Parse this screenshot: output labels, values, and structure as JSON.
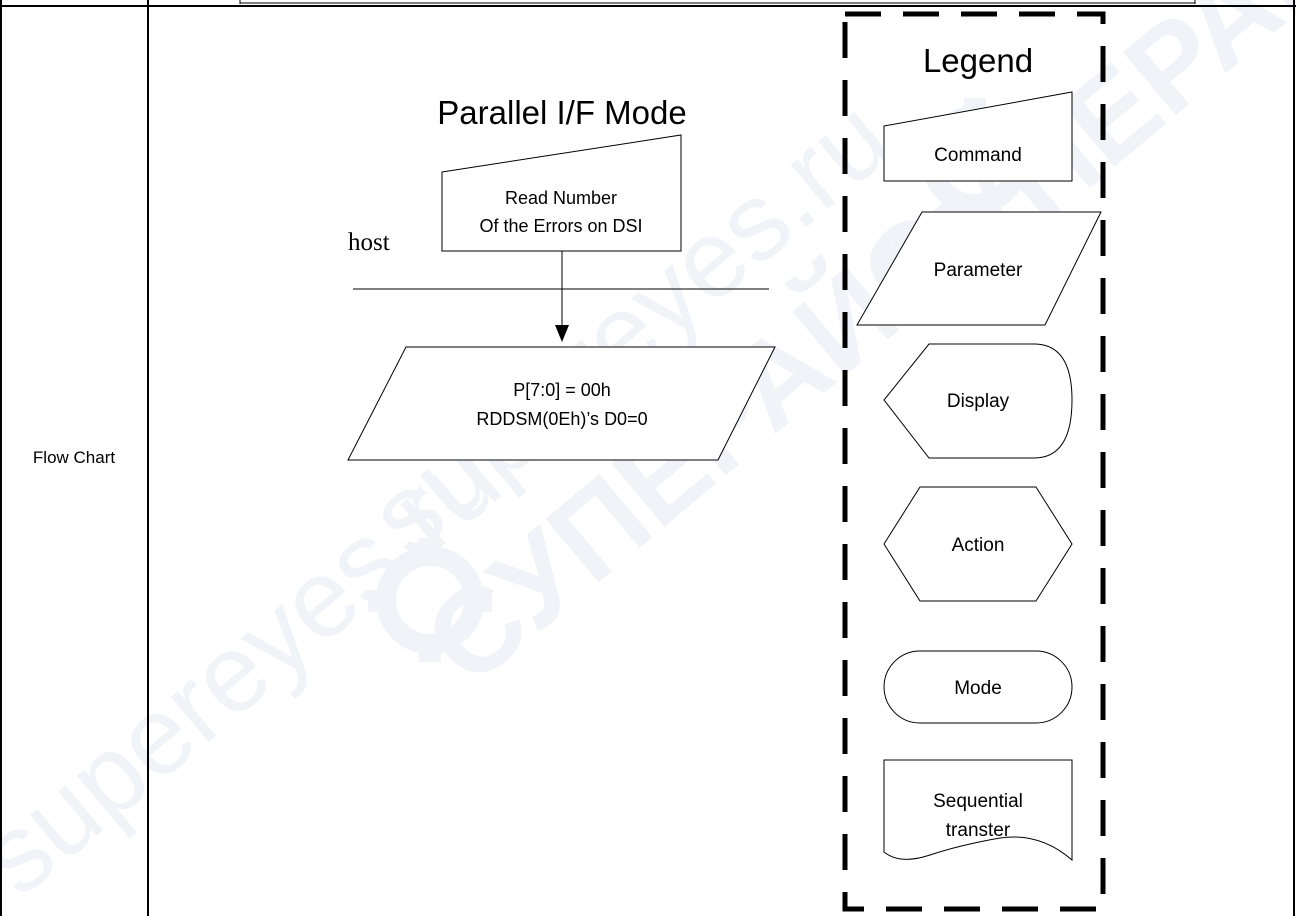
{
  "row_label": "Flow Chart",
  "flowchart": {
    "title": "Parallel I/F Mode",
    "command": {
      "line1": "Read Number",
      "line2": "Of the Errors on DSI"
    },
    "host_label": "host",
    "parameter": {
      "line1": "P[7:0] = 00h",
      "line2": "RDDSM(0Eh)’s D0=0"
    }
  },
  "legend": {
    "title": "Legend",
    "items": [
      {
        "shape": "command-shape",
        "label": "Command"
      },
      {
        "shape": "parameter-shape",
        "label": "Parameter"
      },
      {
        "shape": "display-shape",
        "label": "Display"
      },
      {
        "shape": "action-shape",
        "label": "Action"
      },
      {
        "shape": "mode-shape",
        "label": "Mode"
      },
      {
        "shape": "sequential-transfer-shape",
        "line1": "Sequential",
        "line2": "transter"
      }
    ]
  },
  "watermark": {
    "latin": "supereyes.ru",
    "cyrillic": "СУПЕРАЙС"
  }
}
